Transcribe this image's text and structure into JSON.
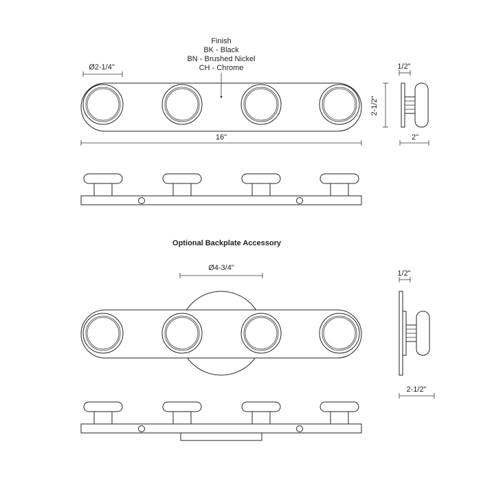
{
  "finish": {
    "heading": "Finish",
    "options": [
      "BK - Black",
      "BN - Brushed Nickel",
      "CH - Chrome"
    ]
  },
  "dims": {
    "knob_diameter": "Ø2-1/4\"",
    "overall_length": "16\"",
    "height": "2-1/2\"",
    "bar_thickness": "1/2\"",
    "projection": "2\"",
    "backplate_diameter": "Ø4-3/4\"",
    "backplate_thickness": "1/2\"",
    "backplate_projection": "2-1/2\""
  },
  "accessory": {
    "title": "Optional Backplate Accessory"
  },
  "colors": {
    "line": "#222222",
    "background": "#ffffff"
  }
}
